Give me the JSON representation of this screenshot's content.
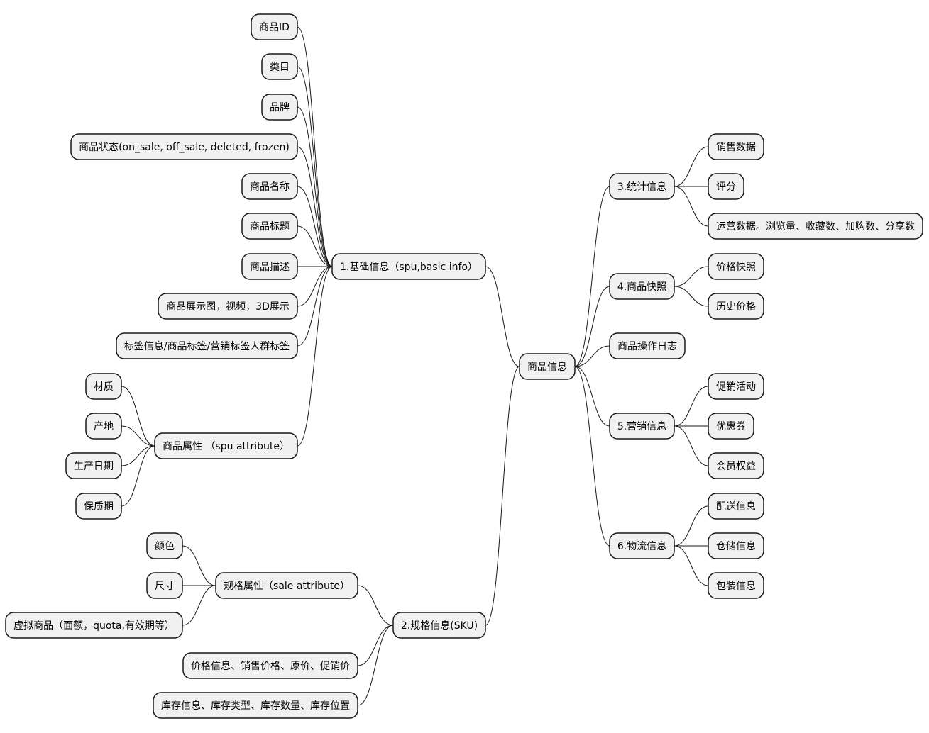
{
  "mindmap": {
    "root": {
      "label": "商品信息",
      "left": [
        {
          "label": "1.基础信息（spu,basic info）",
          "children": [
            {
              "label": "商品ID"
            },
            {
              "label": "类目"
            },
            {
              "label": "品牌"
            },
            {
              "label": "商品状态(on_sale, off_sale, deleted, frozen)"
            },
            {
              "label": "商品名称"
            },
            {
              "label": "商品标题"
            },
            {
              "label": "商品描述"
            },
            {
              "label": "商品展示图，视频，3D展示"
            },
            {
              "label": "标签信息/商品标签/营销标签人群标签"
            },
            {
              "label": "商品属性 （spu attribute）",
              "children": [
                {
                  "label": "材质"
                },
                {
                  "label": "产地"
                },
                {
                  "label": "生产日期"
                },
                {
                  "label": "保质期"
                }
              ]
            }
          ]
        },
        {
          "label": "2.规格信息(SKU)",
          "children": [
            {
              "label": "规格属性（sale attribute）",
              "children": [
                {
                  "label": "颜色"
                },
                {
                  "label": "尺寸"
                },
                {
                  "label": "虚拟商品（面额，quota,有效期等）"
                }
              ]
            },
            {
              "label": "价格信息、销售价格、原价、促销价"
            },
            {
              "label": "库存信息、库存类型、库存数量、库存位置"
            }
          ]
        }
      ],
      "right": [
        {
          "label": "3.统计信息",
          "children": [
            {
              "label": "销售数据"
            },
            {
              "label": "评分"
            },
            {
              "label": "运营数据。浏览量、收藏数、加购数、分享数"
            }
          ]
        },
        {
          "label": "4.商品快照",
          "children": [
            {
              "label": "价格快照"
            },
            {
              "label": "历史价格"
            }
          ]
        },
        {
          "label": "商品操作日志"
        },
        {
          "label": "5.营销信息",
          "children": [
            {
              "label": "促销活动"
            },
            {
              "label": "优惠券"
            },
            {
              "label": "会员权益"
            }
          ]
        },
        {
          "label": "6.物流信息",
          "children": [
            {
              "label": "配送信息"
            },
            {
              "label": "仓储信息"
            },
            {
              "label": "包装信息"
            }
          ]
        }
      ]
    }
  }
}
